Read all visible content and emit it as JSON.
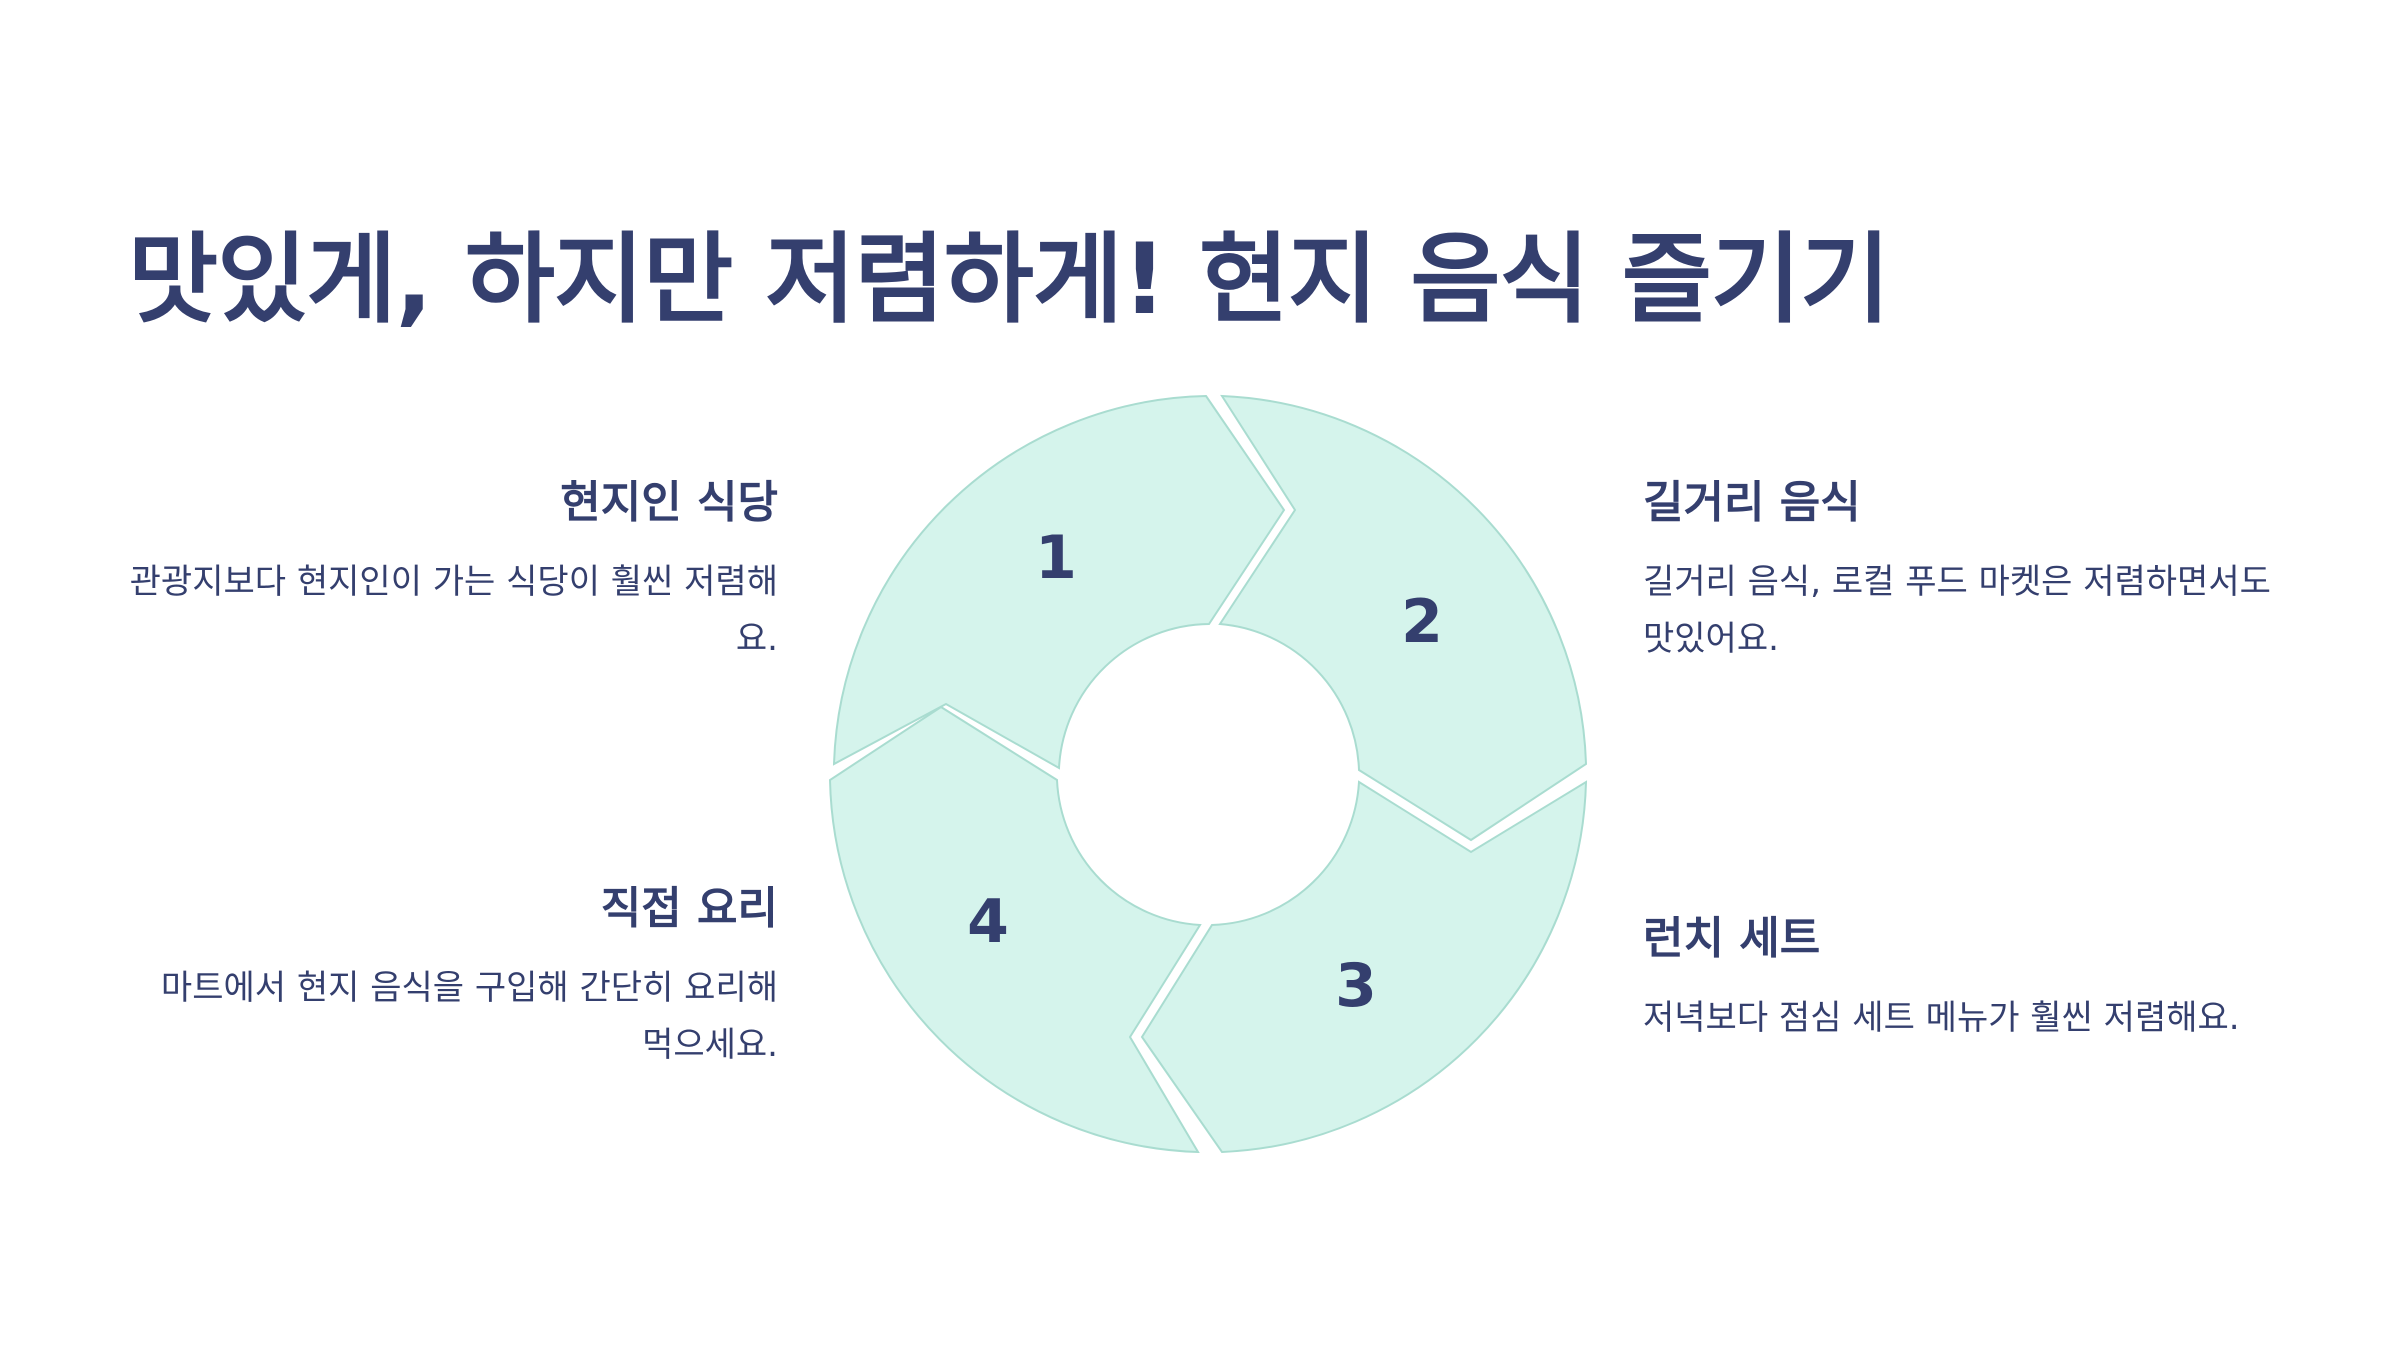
{
  "title": "맛있게, 하지만 저렴하게! 현지 음식 즐기기",
  "colors": {
    "heading": "#343f6e",
    "segment_fill": "#d5f4ec",
    "segment_stroke": "#a9dcd0",
    "background": "#ffffff"
  },
  "cycle": {
    "segments": [
      {
        "number": "1"
      },
      {
        "number": "2"
      },
      {
        "number": "3"
      },
      {
        "number": "4"
      }
    ]
  },
  "items": [
    {
      "title": "현지인 식당",
      "description": "관광지보다 현지인이 가는 식당이 훨씬 저렴해요."
    },
    {
      "title": "길거리 음식",
      "description": "길거리 음식, 로컬 푸드 마켓은 저렴하면서도 맛있어요."
    },
    {
      "title": "런치 세트",
      "description": "저녁보다 점심 세트 메뉴가 훨씬 저렴해요."
    },
    {
      "title": "직접 요리",
      "description": "마트에서 현지 음식을 구입해 간단히 요리해 먹으세요."
    }
  ]
}
